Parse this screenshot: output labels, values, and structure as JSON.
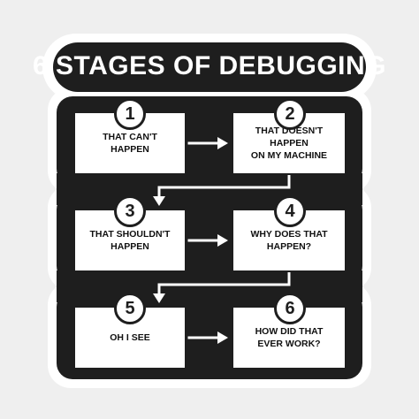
{
  "title": "6 STAGES OF DEBUGGING",
  "colors": {
    "sticker": "#1e1e1e",
    "background": "#efefef",
    "box": "#ffffff",
    "arrow": "#ffffff"
  },
  "stages": [
    {
      "number": "1",
      "lines": [
        "THAT CAN'T HAPPEN"
      ]
    },
    {
      "number": "2",
      "lines": [
        "THAT DOESN'T HAPPEN",
        "ON MY MACHINE"
      ]
    },
    {
      "number": "3",
      "lines": [
        "THAT SHOULDN'T",
        "HAPPEN"
      ]
    },
    {
      "number": "4",
      "lines": [
        "WHY DOES THAT",
        "HAPPEN?"
      ]
    },
    {
      "number": "5",
      "lines": [
        "OH I SEE"
      ]
    },
    {
      "number": "6",
      "lines": [
        "HOW DID THAT",
        "EVER WORK?"
      ]
    }
  ]
}
